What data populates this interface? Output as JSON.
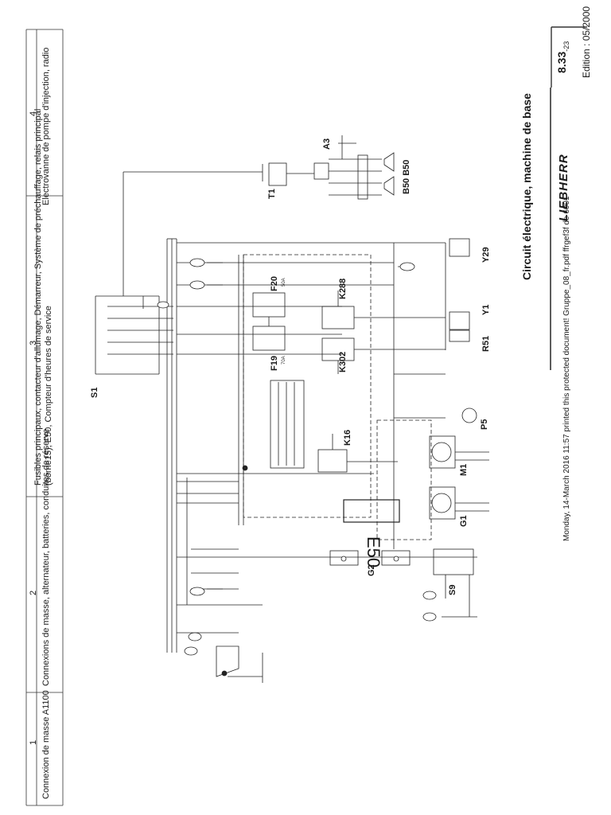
{
  "header": {
    "zones": [
      {
        "number": "1",
        "text": "Connexion de masse A1100"
      },
      {
        "number": "2",
        "text": "Connexions de masse, alternateur, batteries, conduites de réserve"
      },
      {
        "number": "3",
        "text": "Fusibles principaux, contacteur d'allumage, Démarreur, Système de préchauffage, relais principal",
        "text2": "(borne15), E50, Compteur d'heures de service"
      },
      {
        "number": "4",
        "text": "Electrovanne de pompe d'injection, radio"
      }
    ]
  },
  "page": {
    "number": "8.33",
    "sub": "-23",
    "edition": "Edition : 05/2000",
    "brand": "LIEBHERR",
    "title": "Circuit électrique, machine de base",
    "footer": "Monday, 14-March 2016 11:57 printed this protected document! Gruppe_08_fr.pdf ffrgef3f de 6001"
  },
  "components": {
    "s1": "S1",
    "t1": "T1",
    "a3": "A3",
    "b50": "B50 B50",
    "f20": "F20",
    "f20_rating": "50A",
    "f19": "F19",
    "f19_rating": "70A",
    "k288": "K288",
    "k302": "K302",
    "k16": "K16",
    "e50": "E50",
    "g2": "G2",
    "s9": "S9",
    "g1": "G1",
    "m1": "M1",
    "p5": "P5",
    "y1": "Y1",
    "y29": "Y29",
    "r51": "R51"
  }
}
